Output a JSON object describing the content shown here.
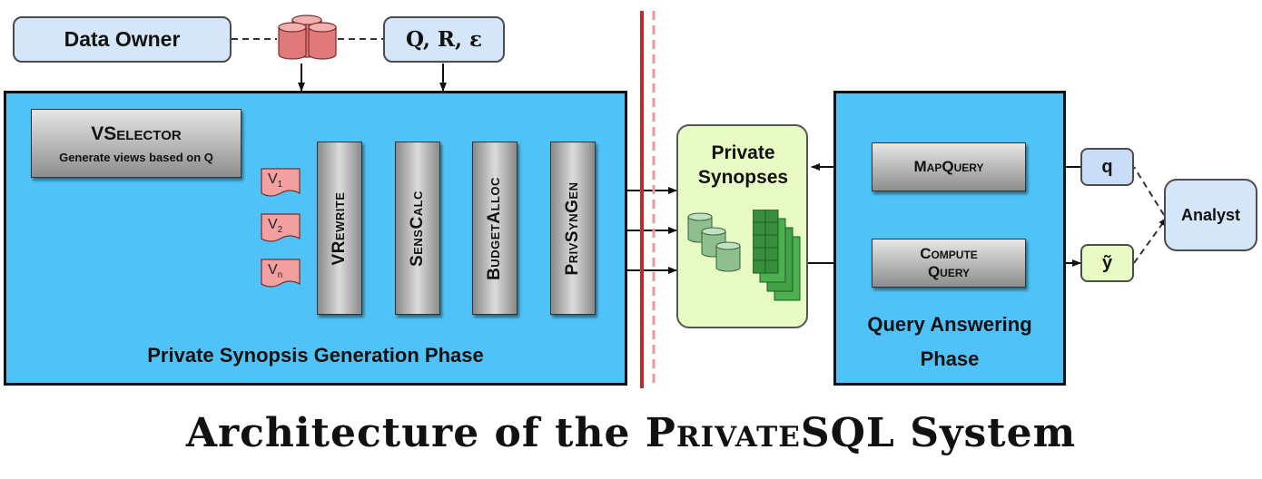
{
  "top": {
    "data_owner": "Data Owner",
    "params": "Q, R, ε"
  },
  "generation_phase": {
    "label": "Private Synopsis Generation Phase",
    "vselector": {
      "title": "VSelector",
      "subtitle": "Generate views based on Q"
    },
    "views": [
      {
        "base": "V",
        "sub": "1"
      },
      {
        "base": "V",
        "sub": "2"
      },
      {
        "base": "V",
        "sub": "n"
      }
    ],
    "modules": [
      "VRewrite",
      "SensCalc",
      "BudgetAlloc",
      "PrivSynGen"
    ]
  },
  "synopses": {
    "label": "Private Synopses"
  },
  "answering_phase": {
    "label_line1": "Query Answering",
    "label_line2": "Phase",
    "map_query": "MapQuery",
    "compute_query_line1": "Compute",
    "compute_query_line2": "Query"
  },
  "analyst": {
    "label": "Analyst",
    "query": "q",
    "answer": "ỹ"
  },
  "caption": {
    "prefix": "Architecture of the ",
    "system": "PrivateSQL",
    "suffix": " System"
  },
  "colors": {
    "phase_fill": "#4fc3f7",
    "pill_fill": "#d4e6f7",
    "synopses_fill": "#e8fbc4",
    "view_fill": "#f4a0a0",
    "db_red": "#e07a7a",
    "db_green": "#8fbf8f",
    "grid_green": "#4caf50",
    "divider": "#d32f2f"
  }
}
